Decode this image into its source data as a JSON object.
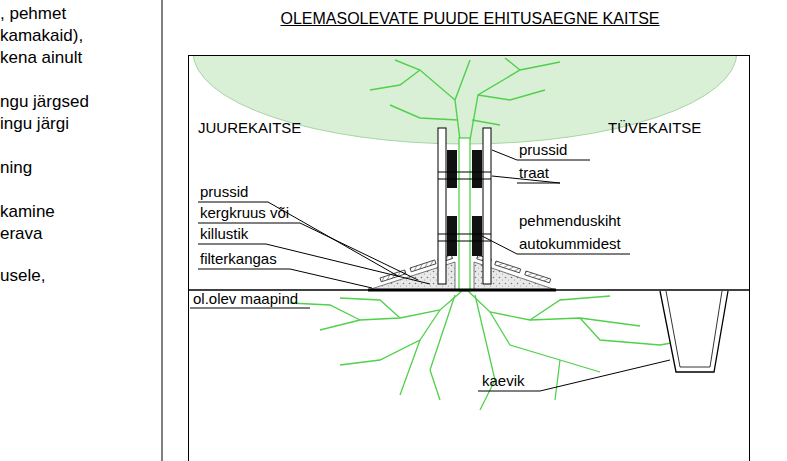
{
  "diagram": {
    "title": "OLEMASOLEVATE PUUDE EHITUSAEGNE KAITSE",
    "labels": [
      ", pehmet",
      "kamakaid),",
      "kena ainult",
      "ngu järgsed",
      "ingu järgi",
      "ning",
      "kamine",
      "erava",
      "usele,",
      "JUUREKAITSE",
      "TÜVEKAITSE",
      "prussid",
      "traat",
      "prussid",
      "kergkruus või",
      "killustik",
      "filterkangas",
      "pehmenduskiht",
      "autokummidest",
      "ol.olev maapind",
      "kaevik"
    ]
  }
}
